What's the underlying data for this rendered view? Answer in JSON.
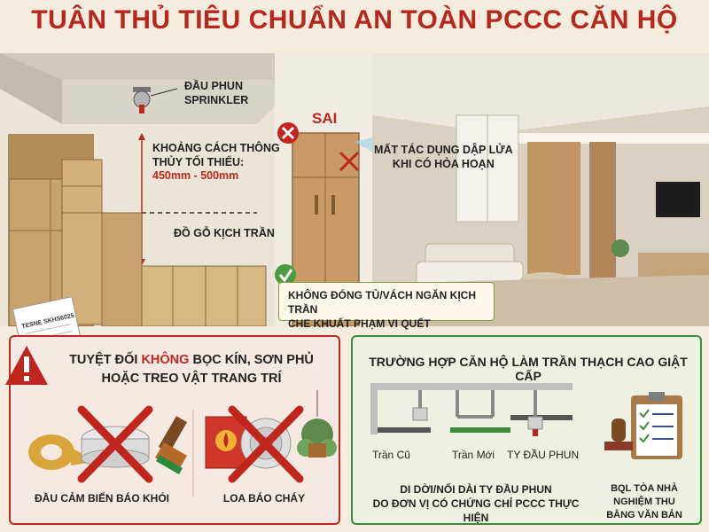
{
  "title": "TUÂN THỦ TIÊU CHUẨN AN TOÀN PCCC CĂN HỘ",
  "scene_left": {
    "sprinkler_label_1": "ĐẦU PHUN",
    "sprinkler_label_2": "SPRINKLER",
    "clearance_1": "KHOẢNG CÁCH THÔNG",
    "clearance_2": "THỦY TỐI THIỂU:",
    "clearance_value": "450mm - 500mm",
    "wood_label": "ĐỒ GỖ KỊCH TRẦN"
  },
  "scene_mid": {
    "sai": "SAI",
    "effect_1": "MẤT TÁC DỤNG DẬP LỬA",
    "effect_2": "KHI CÓ HỎA HOẠN",
    "correct_1": "KHÔNG ĐÓNG TỦ/VÁCH NGĂN KỊCH TRẦN",
    "correct_2": "CHE KHUẤT PHẠM VI QUẾT"
  },
  "document_title": "TESNE SKHS6025",
  "panel_left": {
    "title_prefix": "TUYỆT ĐỐI ",
    "title_keyword": "KHÔNG",
    "title_suffix": " BỌC KÍN, SƠN PHỦ",
    "title_line2": "HOẶC TREO VẬT TRANG TRÍ",
    "smoke_sensor": "ĐẦU CẢM BIẾN BÁO KHÓI",
    "alarm_speaker": "LOA BÁO CHÁY"
  },
  "panel_right": {
    "title": "TRƯỜNG HỢP CĂN HỘ LÀM TRẦN THẠCH CAO GIẬT CẤP",
    "old_ceiling": "Trần Cũ",
    "new_ceiling": "Trần Mới",
    "ty_label": "TY ĐẦU PHUN",
    "relocate_1": "DI DỜI/NỐI DÀI TY ĐẦU PHUN",
    "relocate_2": "DO ĐƠN VỊ CÓ CHỨNG CHỈ PCCC THỰC HIỆN",
    "acceptance_1": "BQL TÒA NHÀ NGHIỆM THU",
    "acceptance_2": "BẰNG VĂN BẢN"
  },
  "colors": {
    "accent_red": "#c0261d",
    "accent_green": "#3d8b3a",
    "background": "#f4ecdc"
  }
}
